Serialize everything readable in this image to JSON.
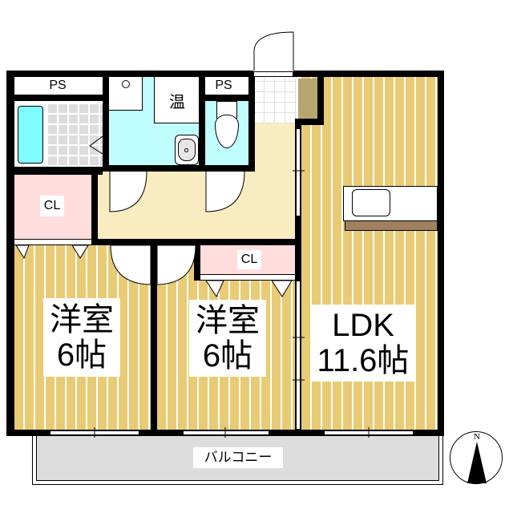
{
  "floorplan": {
    "rooms": [
      {
        "id": "western-room-1",
        "name": "洋室",
        "size": "6帖"
      },
      {
        "id": "western-room-2",
        "name": "洋室",
        "size": "6帖"
      },
      {
        "id": "ldk",
        "name": "LDK",
        "size": "11.6帖"
      }
    ],
    "labels": {
      "ps_left": "PS",
      "ps_right": "PS",
      "water_heater": "温",
      "closet_left": "CL",
      "closet_middle": "CL",
      "balcony": "バルコニー",
      "north": "N"
    },
    "colors": {
      "wood_floor": "#e8cb74",
      "hallway": "#faecc1",
      "wet_area": "#bffdff",
      "closet": "#ffdddd",
      "bath_tile": "#dddddd",
      "balcony": "#dddddd",
      "shoe_storage": "#b5a66e",
      "kitchen_counter_base": "#a08060",
      "wall": "#000000"
    }
  }
}
